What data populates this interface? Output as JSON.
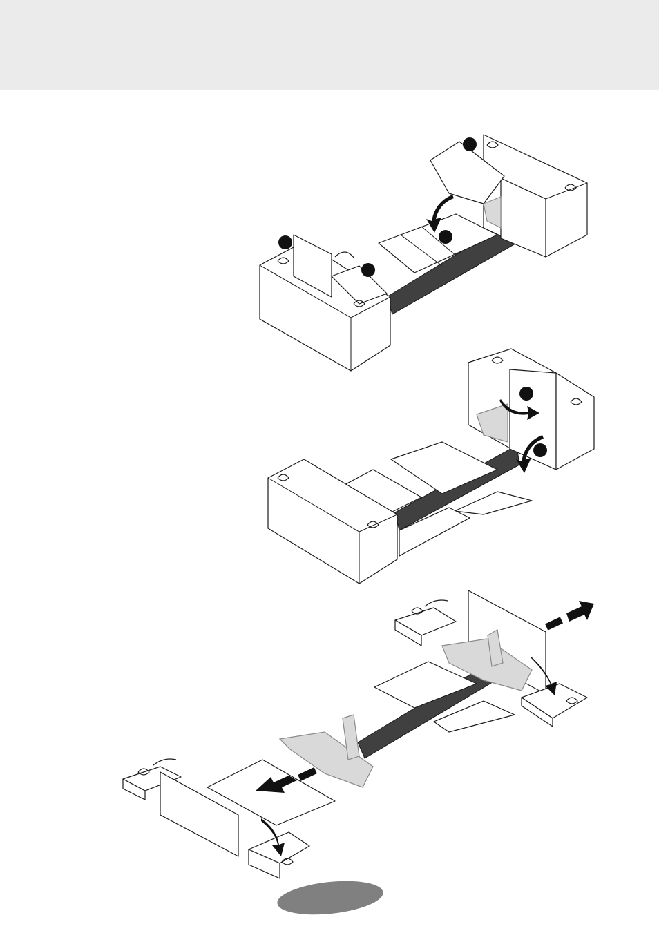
{
  "page": {
    "header_band_color": "#ebebeb",
    "background": "#ffffff"
  },
  "illustration": {
    "steps": [
      {
        "step": 1,
        "markers": 4
      },
      {
        "step": 2,
        "markers": 2
      },
      {
        "step": 3,
        "markers": 0
      }
    ],
    "accent_colors": {
      "handle": "#404040",
      "marker": "#111111",
      "product_ghost": "#d9d9d9",
      "footer_oval": "#808080"
    }
  }
}
